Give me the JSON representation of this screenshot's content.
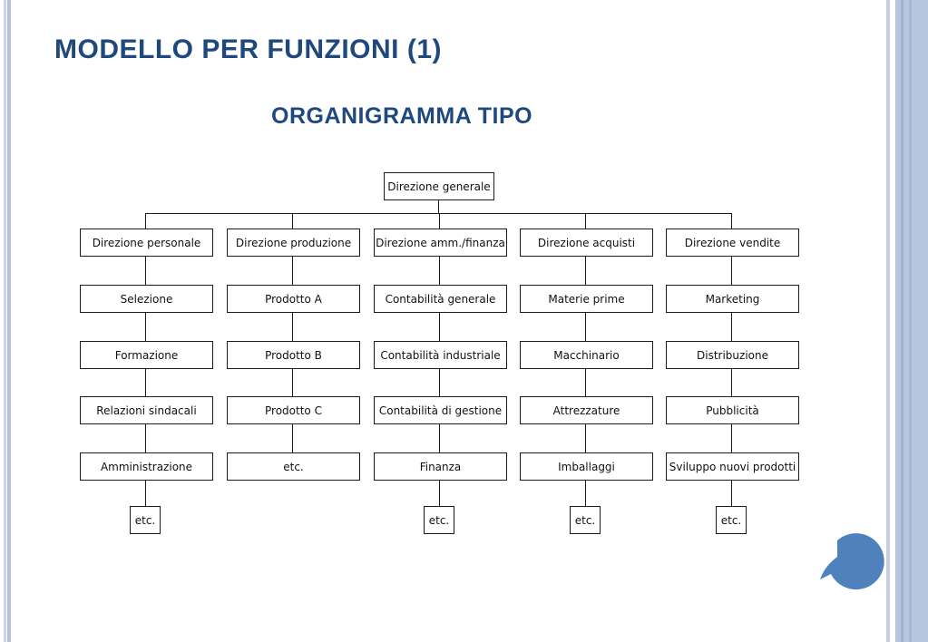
{
  "slide": {
    "title": "MODELLO PER FUNZIONI (1)",
    "subtitle": "ORGANIGRAMMA TIPO"
  },
  "colors": {
    "title_blue": "#1f497d",
    "box_border": "#1a1a1a",
    "box_fill": "#ffffff",
    "logo_blue": "#4f81bd",
    "stripe_light": "#c9d4e7",
    "stripe_medium": "#b5c4dd",
    "band_base": "#b7c5de",
    "band_dark": "#9cb0d0"
  },
  "org_chart": {
    "root": {
      "label": "Direzione generale"
    },
    "columns": [
      {
        "head": "Direzione personale",
        "items": [
          "Selezione",
          "Formazione",
          "Relazioni sindacali",
          "Amministrazione"
        ],
        "tail": "etc."
      },
      {
        "head": "Direzione produzione",
        "items": [
          "Prodotto A",
          "Prodotto B",
          "Prodotto C",
          "etc."
        ]
      },
      {
        "head": "Direzione amm./finanza",
        "items": [
          "Contabilità generale",
          "Contabilità industriale",
          "Contabilità di gestione",
          "Finanza"
        ],
        "tail": "etc."
      },
      {
        "head": "Direzione acquisti",
        "items": [
          "Materie prime",
          "Macchinario",
          "Attrezzature",
          "Imballaggi"
        ],
        "tail": "etc."
      },
      {
        "head": "Direzione vendite",
        "items": [
          "Marketing",
          "Distribuzione",
          "Pubblicità",
          "Sviluppo nuovi prodotti"
        ],
        "tail": "etc."
      }
    ]
  }
}
